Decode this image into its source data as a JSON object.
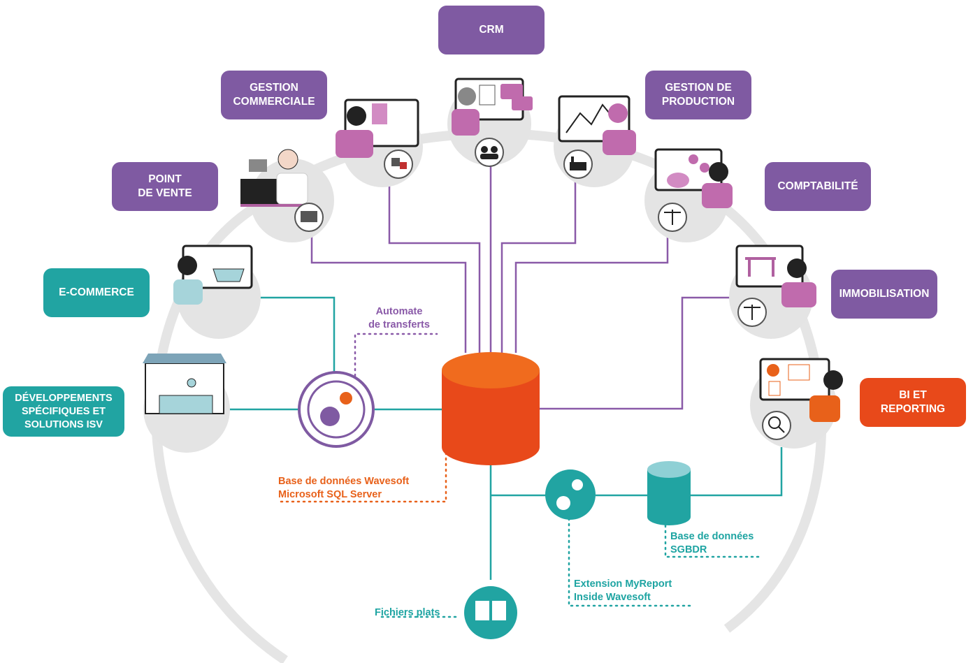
{
  "colors": {
    "purple": "#7f5aa2",
    "teal": "#21a4a2",
    "orange": "#e8491a",
    "grey_ring": "#e3e3e3",
    "pink": "#c06bad",
    "light_teal": "#a6d4da"
  },
  "modules": {
    "crm": "CRM",
    "gestion_commerciale": "GESTION\nCOMMERCIALE",
    "gestion_production": "GESTION DE\nPRODUCTION",
    "point_de_vente": "POINT\nDE VENTE",
    "comptabilite": "COMPTABILITÉ",
    "ecommerce": "E-COMMERCE",
    "immobilisation": "IMMOBILISATION",
    "developpements": "DÉVELOPPEMENTS\nSPÉCIFIQUES ET\nSOLUTIONS ISV",
    "bi_reporting": "BI ET\nREPORTING"
  },
  "notes": {
    "automate": "Automate\nde transferts",
    "base_wavesoft": "Base de données Wavesoft\nMicrosoft SQL Server",
    "base_sgbdr": "Base de données\nSGBDR",
    "extension": "Extension MyReport\nInside Wavesoft",
    "fichiers": "Fichiers plats"
  },
  "icons": [
    "cash-register-icon",
    "boxes-icon",
    "people-icon",
    "factory-icon",
    "scales-icon",
    "magnifier-report-icon",
    "basket-icon",
    "gears-icon",
    "database-icon",
    "document-icon"
  ]
}
